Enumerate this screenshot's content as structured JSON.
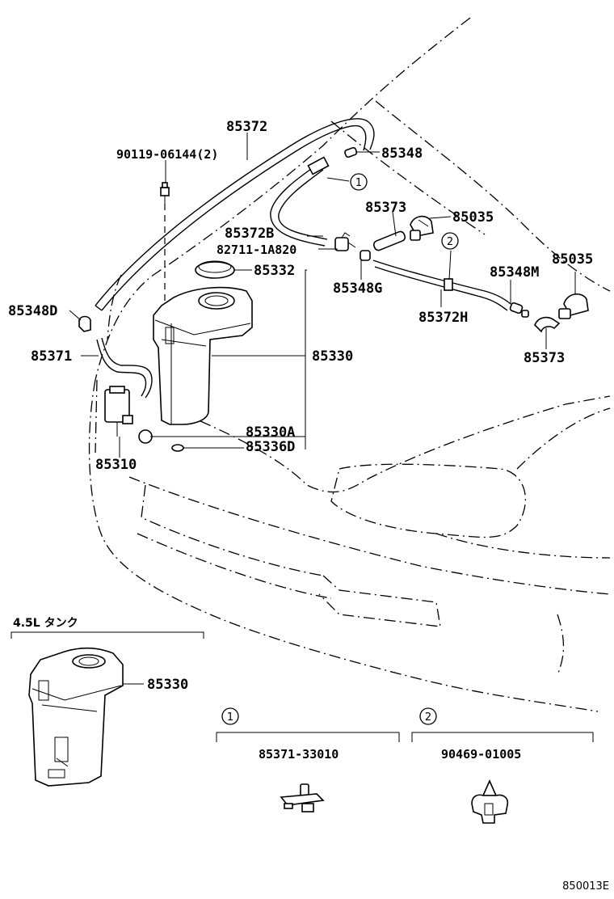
{
  "labels": {
    "p85372": "85372",
    "p90119": "90119-06144(2)",
    "p85348": "85348",
    "p85373a": "85373",
    "p85035a": "85035",
    "p85372b": "85372B",
    "p82711": "82711-1A820",
    "p85332": "85332",
    "p85348g": "85348G",
    "p85348m": "85348M",
    "p85035b": "85035",
    "p85372h": "85372H",
    "p85373b": "85373",
    "p85348d": "85348D",
    "p85371": "85371",
    "p85330": "85330",
    "p85330a": "85330A",
    "p85336d": "85336D",
    "p85310": "85310",
    "p85330inset": "85330"
  },
  "callouts": {
    "c1": "1",
    "c2": "2",
    "c1_detail": "1",
    "c2_detail": "2"
  },
  "inset": {
    "title": "4.5L タンク"
  },
  "details": {
    "d1_part": "85371-33010",
    "d2_part": "90469-01005"
  },
  "figure_code": "850013E"
}
